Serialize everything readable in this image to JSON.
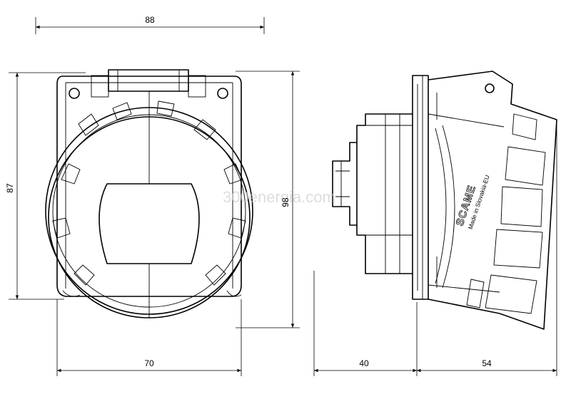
{
  "dimensions": {
    "top_width": "88",
    "bottom_width": "70",
    "left_height": "87",
    "right_height": "98",
    "depth_front": "40",
    "depth_back": "54"
  },
  "labels": {
    "brand": "SCAME",
    "made_in": "Made in Slovakia-EU",
    "watermark": "300energia.com"
  },
  "colors": {
    "line": "#000000",
    "background": "#ffffff",
    "watermark": "#cfcfcf"
  }
}
